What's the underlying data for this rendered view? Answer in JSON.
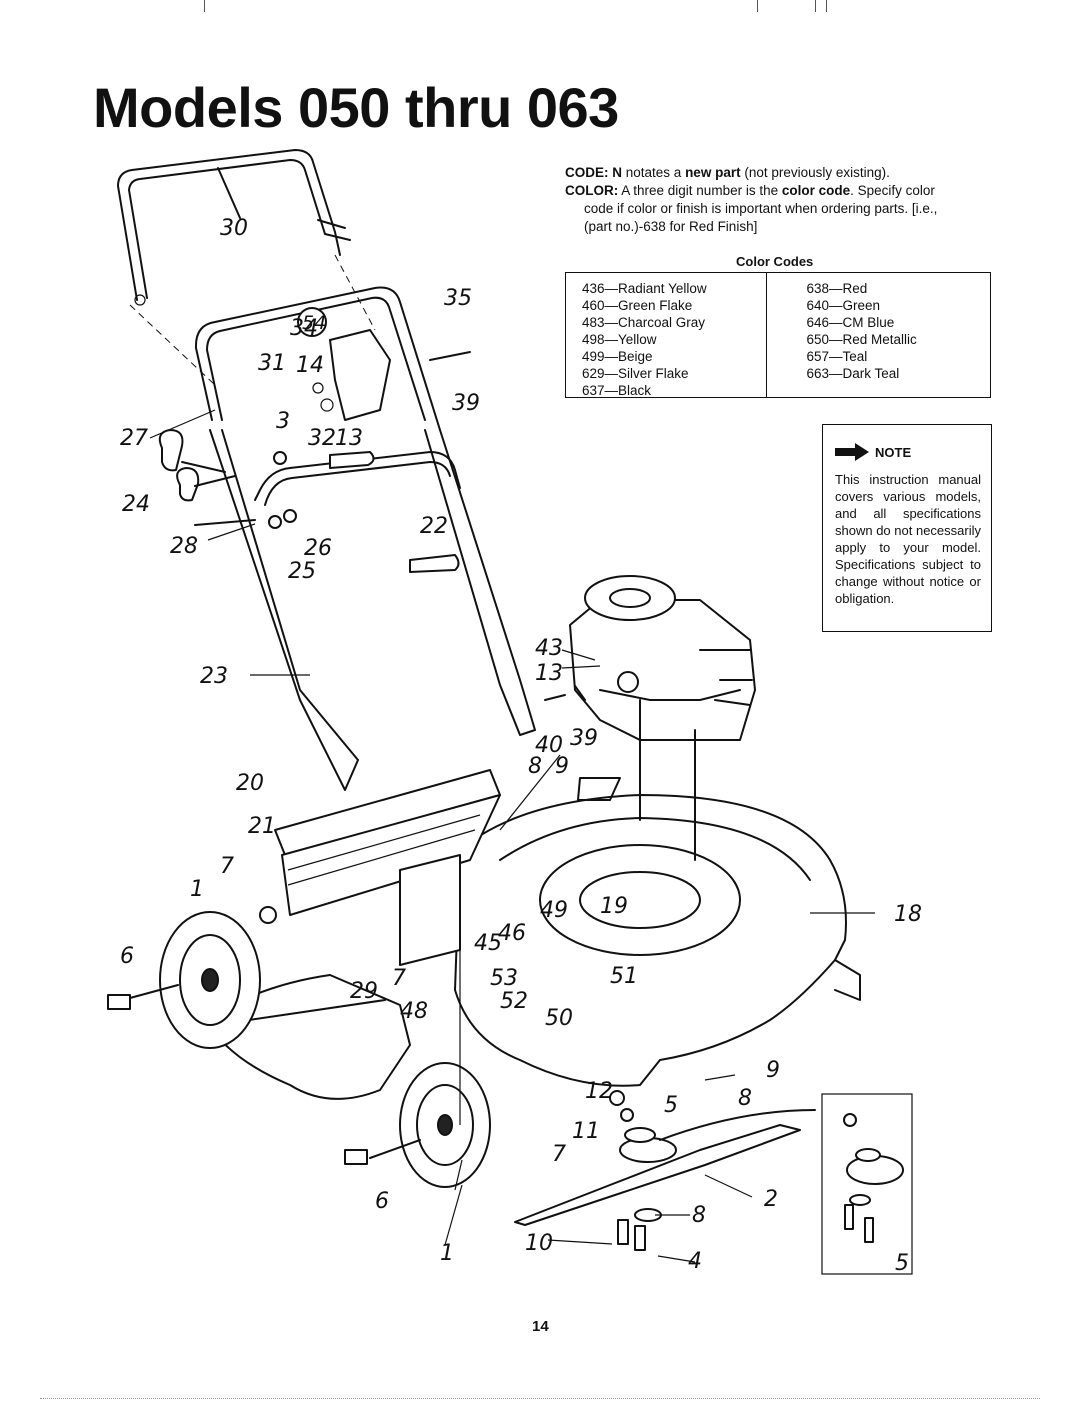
{
  "title": "Models 050 thru 063",
  "code_note": {
    "code_label": "CODE:",
    "code_letter": "N",
    "code_pre": " notates a ",
    "code_bold": "new part",
    "code_post": " (not previously existing).",
    "color_label": "COLOR:",
    "color_pre": " A three digit number is the ",
    "color_bold": "color code",
    "color_post": ". Specify color",
    "color_line2": "code if color or finish is important when ordering parts. [i.e.,",
    "color_line3": "(part no.)-638 for Red Finish]"
  },
  "color_codes": {
    "title": "Color Codes",
    "left": [
      "436—Radiant Yellow",
      "460—Green Flake",
      "483—Charcoal Gray",
      "498—Yellow",
      "499—Beige",
      "629—Silver Flake",
      "637—Black"
    ],
    "right": [
      "638—Red",
      "640—Green",
      "646—CM Blue",
      "650—Red Metallic",
      "657—Teal",
      "663—Dark Teal"
    ]
  },
  "note": {
    "label": "NOTE",
    "text": "This instruction manual covers various models, and all specifications shown do not necessarily apply to your model. Specifications subject to change without notice or obligation."
  },
  "callouts": {
    "c30": "30",
    "c35": "35",
    "c34": "34",
    "c54": "54",
    "c31": "31",
    "c14": "14",
    "c39a": "39",
    "c27": "27",
    "c3": "3",
    "c32": "32",
    "c13a": "13",
    "c24": "24",
    "c22": "22",
    "c28": "28",
    "c26": "26",
    "c25": "25",
    "c43": "43",
    "c13b": "13",
    "c23": "23",
    "c40": "40",
    "c39b": "39",
    "c20": "20",
    "c8a": "8",
    "c9a": "9",
    "c21": "21",
    "c7a": "7",
    "c1a": "1",
    "c49": "49",
    "c19": "19",
    "c18": "18",
    "c45": "45",
    "c46": "46",
    "c6a": "6",
    "c29": "29",
    "c7b": "7",
    "c53": "53",
    "c51": "51",
    "c52": "52",
    "c48": "48",
    "c50": "50",
    "c9b": "9",
    "c12": "12",
    "c8b": "8",
    "c5a": "5",
    "c11": "11",
    "c7c": "7",
    "c2": "2",
    "c6b": "6",
    "c8c": "8",
    "c10": "10",
    "c4": "4",
    "c1b": "1",
    "c5b": "5"
  },
  "page_number": "14"
}
